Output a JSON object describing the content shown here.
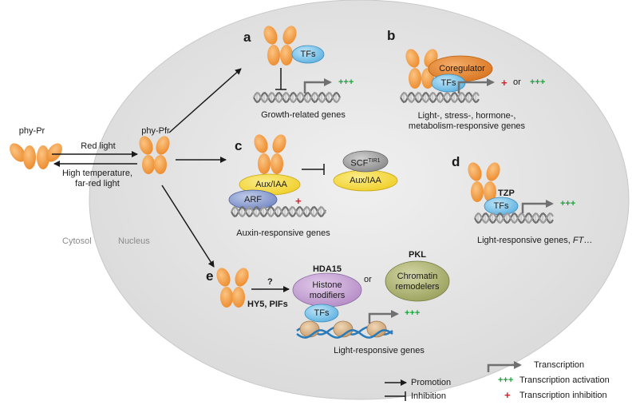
{
  "colors": {
    "nucleus": "#e4e4e4",
    "phytochrome": "#f7a24a",
    "tfs": "#7cc4ec",
    "coregulator": "#e88d3a",
    "aux_iaa": "#f5dc45",
    "arf": "#8da2d4",
    "scf": "#9a9a9a",
    "histone_modifiers": "#c7a2d6",
    "chromatin_remodelers": "#b2b874",
    "activation": "#18a33a",
    "inhibition": "#d3202a",
    "dna": "#8f8f8f",
    "nucleosome": "#d8b48a"
  },
  "left": {
    "phy_pr": "phy-Pr",
    "phy_pfr": "phy-Pfr",
    "red_light": "Red light",
    "high_temp_line1": "High temperature,",
    "high_temp_line2": "far-red light",
    "cytosol": "Cytosol",
    "nucleus": "Nucleus"
  },
  "panel_a": {
    "letter": "a",
    "tfs": "TFs",
    "plus": "+++",
    "caption": "Growth-related genes"
  },
  "panel_b": {
    "letter": "b",
    "coregulator": "Coregulator",
    "tfs": "TFs",
    "red_plus": "+",
    "or": "or",
    "plus": "+++",
    "caption_line1": "Light-, stress-, hormone-,",
    "caption_line2": "metabolism-responsive genes"
  },
  "panel_c": {
    "letter": "c",
    "aux_iaa_left": "Aux/IAA",
    "arf": "ARF",
    "red_plus": "+",
    "scf": "SCF",
    "scf_sup": "TIR1",
    "aux_iaa_right": "Aux/IAA",
    "caption": "Auxin-responsive genes"
  },
  "panel_d": {
    "letter": "d",
    "tzp": "TZP",
    "tfs": "TFs",
    "plus": "+++",
    "caption_main": "Light-responsive genes, ",
    "caption_italic": "FT",
    "caption_tail": "…"
  },
  "panel_e": {
    "letter": "e",
    "question": "?",
    "hy5_pifs": "HY5, PIFs",
    "hda15": "HDA15",
    "histone_line1": "Histone",
    "histone_line2": "modifiers",
    "or": "or",
    "pkl": "PKL",
    "chromatin_line1": "Chromatin",
    "chromatin_line2": "remodelers",
    "tfs": "TFs",
    "plus": "+++",
    "caption": "Light-responsive genes"
  },
  "legend": {
    "promotion": "Promotion",
    "inhibition": "Inhibition",
    "transcription": "Transcription",
    "activation_symbol": "+++",
    "activation": "Transcription activation",
    "inhibition_symbol": "+",
    "transcription_inhibition": "Transcription inhibition"
  }
}
